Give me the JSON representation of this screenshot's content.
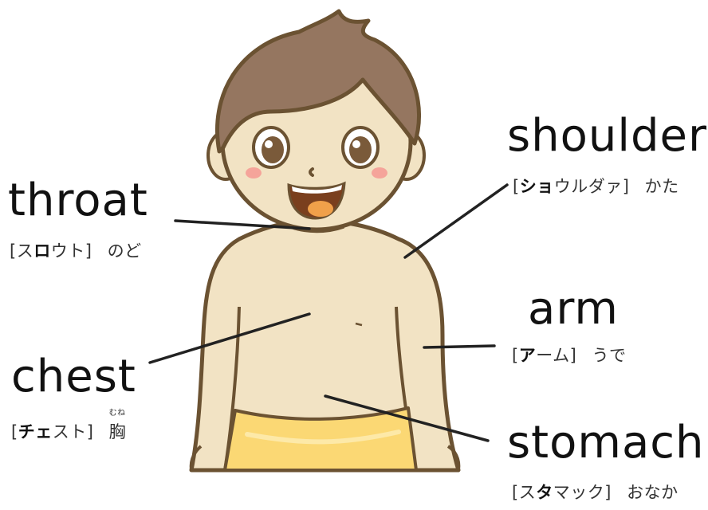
{
  "labels": {
    "throat": {
      "word": "throat",
      "kana_pre": "[ス",
      "kana_bold": "ロ",
      "kana_post": "ウト]",
      "meaning": "のど"
    },
    "shoulder": {
      "word": "shoulder",
      "kana_pre": "[",
      "kana_bold": "ショ",
      "kana_post": "ウルダァ]",
      "meaning": "かた"
    },
    "arm": {
      "word": "arm",
      "kana_pre": "[",
      "kana_bold": "ア",
      "kana_post": "ーム]",
      "meaning": "うで"
    },
    "chest": {
      "word": "chest",
      "kana_pre": "[",
      "kana_bold": "チェ",
      "kana_post": "スト]",
      "meaning": "胸",
      "furigana": "むね"
    },
    "stomach": {
      "word": "stomach",
      "kana_pre": "[ス",
      "kana_bold": "タ",
      "kana_post": "マック]",
      "meaning": "おなか"
    }
  },
  "colors": {
    "skin": "#f2e3c4",
    "outline": "#6b5232",
    "hair": "#957660",
    "shorts": "#fbd874",
    "mouth": "#7a3f1e",
    "tongue": "#f0a04a",
    "cheek": "#f5a49a",
    "pointer": "#222222"
  }
}
